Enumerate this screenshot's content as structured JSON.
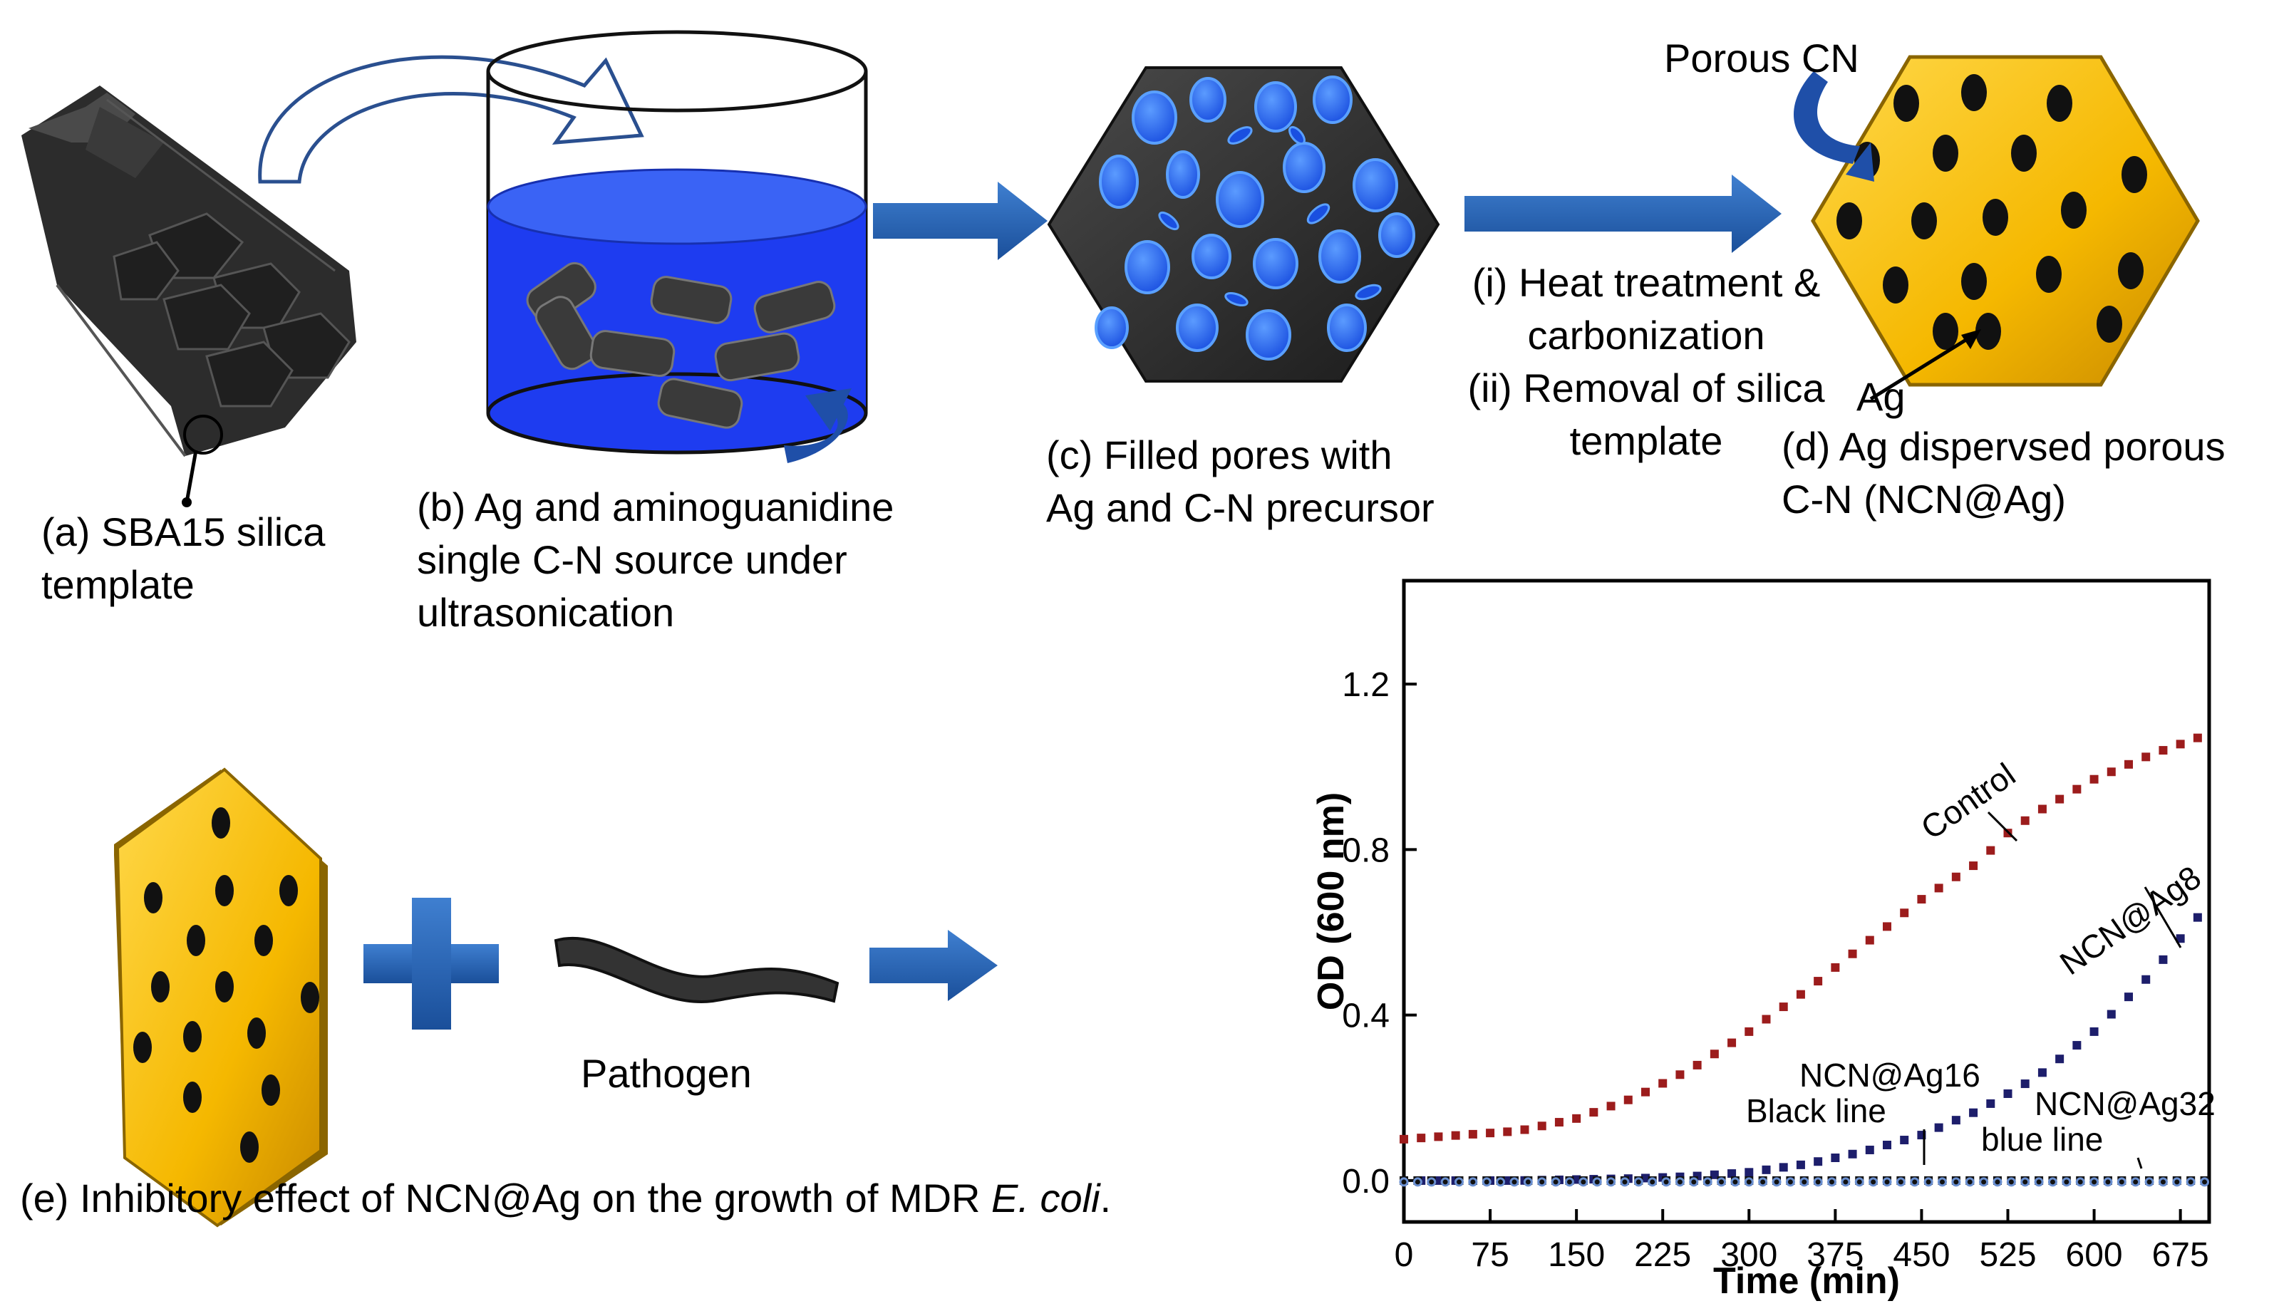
{
  "step_a": {
    "line1": "(a) SBA15 silica",
    "line2": "template"
  },
  "step_b": {
    "line1": "(b) Ag and aminoguanidine",
    "line2": "single C-N source under",
    "line3": "ultrasonication"
  },
  "step_c": {
    "line1": "(c) Filled pores with",
    "line2": "Ag and C-N precursor"
  },
  "process": {
    "line1": "(i) Heat treatment &",
    "line2": "carbonization",
    "line3": "(ii) Removal  of silica",
    "line4": "template"
  },
  "step_d": {
    "line1": "(d) Ag dispervsed porous",
    "line2": "C-N (NCN@Ag)",
    "porous_label": "Porous CN",
    "ag_label": "Ag"
  },
  "step_e": {
    "pathogen_label": "Pathogen",
    "caption_prefix": "(e) Inhibitory effect of NCN@Ag on the growth of MDR ",
    "caption_italic": "E. coli",
    "caption_suffix": "."
  },
  "colors": {
    "arrow_blue": "#1f5aa8",
    "solution_blue": "#1e3cf0",
    "pore_blue": "#2c6cf5",
    "gold": "#f5b800",
    "control_red": "#9c1c1c",
    "ncn8_navy": "#1d1e6b",
    "ncn32_blue": "#6a8fd0"
  },
  "chart_data": {
    "type": "scatter",
    "xlabel": "Time (min)",
    "ylabel": "OD (600 nm)",
    "xlim": [
      0,
      700
    ],
    "ylim": [
      -0.1,
      1.45
    ],
    "xticks": [
      "0",
      "75",
      "150",
      "225",
      "300",
      "375",
      "450",
      "525",
      "600",
      "675"
    ],
    "yticks": [
      "0.0",
      "0.4",
      "0.8",
      "1.2"
    ],
    "series": [
      {
        "name": "Control",
        "color": "#9c1c1c",
        "marker": "square",
        "x": [
          0,
          50,
          100,
          150,
          200,
          250,
          300,
          350,
          400,
          450,
          500,
          525,
          550,
          600,
          650,
          700
        ],
        "y": [
          0.1,
          0.11,
          0.12,
          0.15,
          0.2,
          0.27,
          0.36,
          0.46,
          0.57,
          0.68,
          0.77,
          0.84,
          0.89,
          0.97,
          1.03,
          1.08
        ]
      },
      {
        "name": "NCN@Ag8",
        "color": "#1d1e6b",
        "marker": "square",
        "x": [
          0,
          100,
          200,
          250,
          300,
          350,
          400,
          450,
          500,
          550,
          600,
          650,
          700
        ],
        "y": [
          0.0,
          0.0,
          0.005,
          0.01,
          0.02,
          0.04,
          0.07,
          0.11,
          0.17,
          0.25,
          0.36,
          0.5,
          0.67
        ]
      },
      {
        "name": "NCN@Ag16",
        "color": "#111111",
        "marker": "square",
        "x": [
          0,
          100,
          200,
          300,
          400,
          500,
          600,
          700
        ],
        "y": [
          0.0,
          0.0,
          0.0,
          0.0,
          0.0,
          0.0,
          0.0,
          0.0
        ]
      },
      {
        "name": "NCN@Ag32",
        "color": "#6a8fd0",
        "marker": "circle",
        "x": [
          0,
          100,
          200,
          300,
          400,
          500,
          600,
          700
        ],
        "y": [
          0.0,
          0.0,
          0.0,
          0.0,
          0.0,
          0.0,
          0.0,
          0.0
        ]
      }
    ],
    "annotations": [
      {
        "text": "Control",
        "series": "Control"
      },
      {
        "text": "NCN@Ag8",
        "series": "NCN@Ag8"
      },
      {
        "text": "NCN@Ag16",
        "series": "NCN@Ag16"
      },
      {
        "text": "Black line",
        "series": "NCN@Ag16"
      },
      {
        "text": "NCN@Ag32",
        "series": "NCN@Ag32"
      },
      {
        "text": "blue line",
        "series": "NCN@Ag32"
      }
    ]
  }
}
